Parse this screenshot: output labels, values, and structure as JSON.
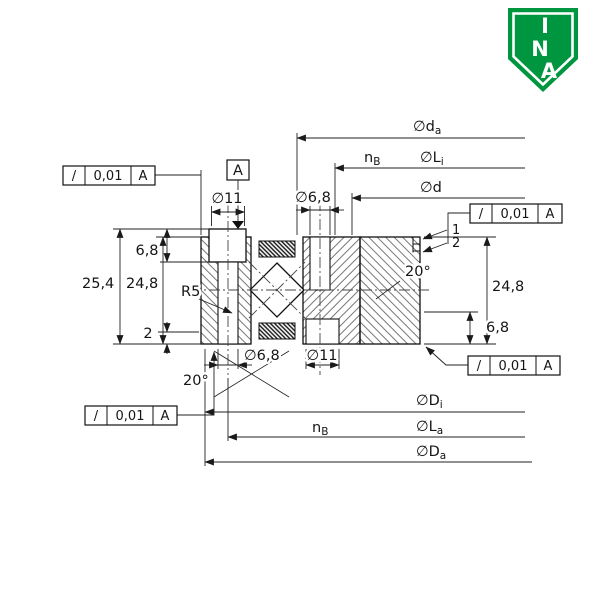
{
  "colors": {
    "ina_green": "#009640",
    "line": "#1a1a1a"
  },
  "logo": {
    "letters": [
      "I",
      "N",
      "A"
    ]
  },
  "tolerance_frame": {
    "symbol": "/",
    "value": "0,01",
    "datum": "A"
  },
  "datum_flag": {
    "label": "A"
  },
  "item_refs": {
    "one": "1",
    "two": "2"
  },
  "dimensions": {
    "outer_diameter_top": {
      "main": "∅d",
      "sub": "a"
    },
    "bolt_count_top": {
      "main": "n",
      "sub": "B"
    },
    "bolt_circle_inner": {
      "main": "∅L",
      "sub": "i"
    },
    "bore_diameter": "∅d",
    "height_right": "24,8",
    "step_right": "6,8",
    "counterbore_top": "∅11",
    "hole_top": "∅6,8",
    "depth_left": "6,8",
    "height_total": "25,4",
    "height_left": "24,8",
    "fillet": "R5",
    "step_left": "2",
    "angle_left": "20°",
    "angle_right": "20°",
    "hole_bottom": "∅6,8",
    "counterbore_bottom": "∅11",
    "bolt_count_bottom": {
      "main": "n",
      "sub": "B"
    },
    "inner_ring_od": {
      "main": "∅D",
      "sub": "i"
    },
    "bolt_circle_outer": {
      "main": "∅L",
      "sub": "a"
    },
    "outer_diameter_bottom": {
      "main": "∅D",
      "sub": "a"
    }
  }
}
